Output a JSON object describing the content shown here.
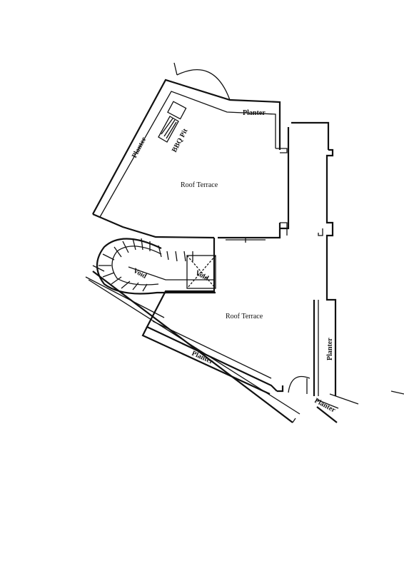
{
  "plan": {
    "rooms": [
      {
        "label": "Roof Terrace"
      },
      {
        "label": "Roof Terrace"
      }
    ],
    "planters": [
      {
        "label": "Planter"
      },
      {
        "label": "Planter"
      },
      {
        "label": "Planter"
      },
      {
        "label": "Planter"
      },
      {
        "label": "Planter"
      }
    ],
    "fixtures": {
      "bbq_label": "BBQ Pit"
    },
    "voids": [
      {
        "label": "Void"
      },
      {
        "label": "Void"
      }
    ]
  }
}
